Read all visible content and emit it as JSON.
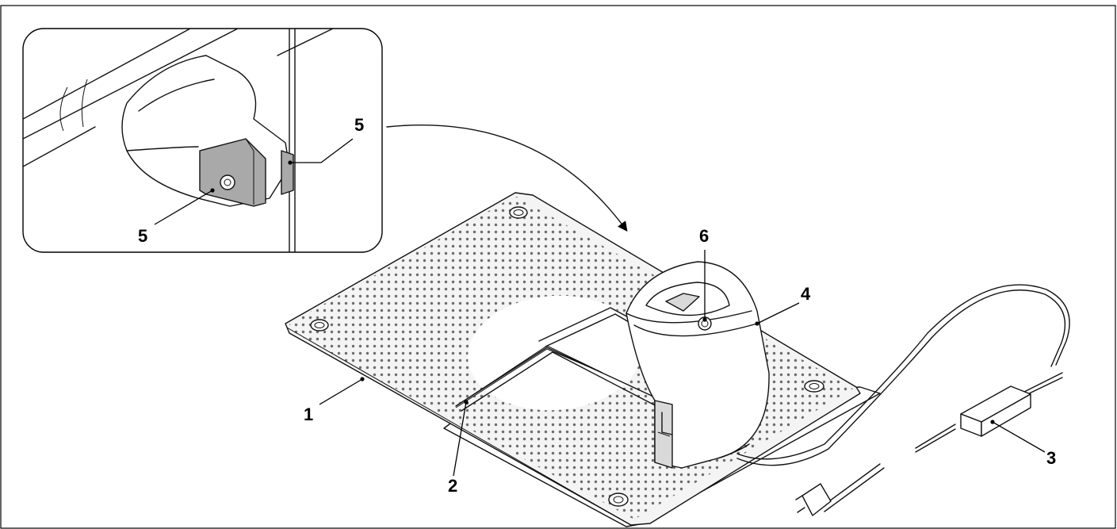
{
  "callouts": [
    {
      "id": "1",
      "label": "1"
    },
    {
      "id": "2",
      "label": "2"
    },
    {
      "id": "3",
      "label": "3"
    },
    {
      "id": "4",
      "label": "4"
    },
    {
      "id": "5a",
      "label": "5"
    },
    {
      "id": "5b",
      "label": "5"
    },
    {
      "id": "6",
      "label": "6"
    }
  ],
  "colors": {
    "line": "#111111",
    "plate_fill": "#f4f4f4",
    "perforation": "#555555",
    "latch_fill": "#a9a9a9"
  }
}
